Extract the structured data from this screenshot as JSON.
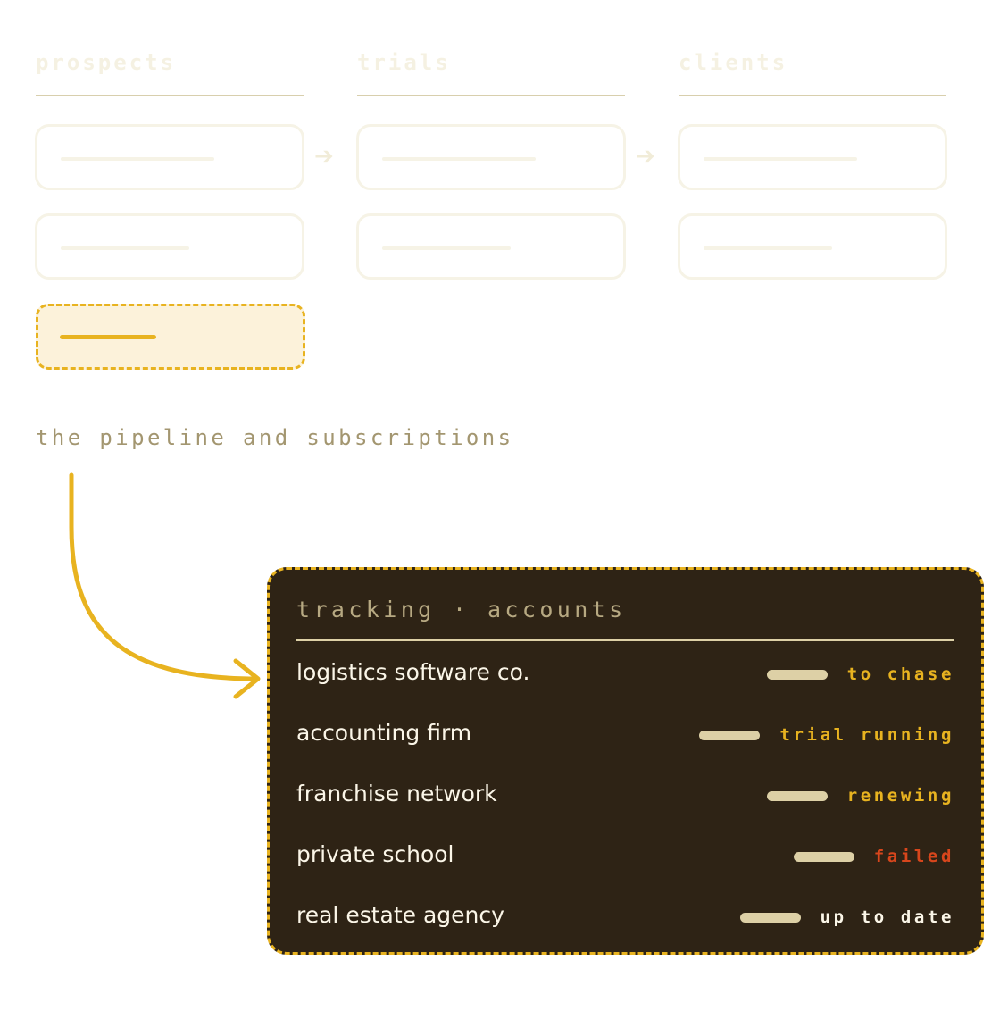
{
  "pipeline": {
    "columns": [
      {
        "label": "prospects"
      },
      {
        "label": "trials"
      },
      {
        "label": "clients"
      }
    ]
  },
  "caption": "the pipeline and subscriptions",
  "tracking_panel": {
    "title": "tracking · accounts",
    "rows": [
      {
        "name": "logistics software co.",
        "status": "to chase",
        "status_color": "#e8b320"
      },
      {
        "name": "accounting firm",
        "status": "trial running",
        "status_color": "#e8b320"
      },
      {
        "name": "franchise network",
        "status": "renewing",
        "status_color": "#e8b320"
      },
      {
        "name": "private school",
        "status": "failed",
        "status_color": "#d8461c"
      },
      {
        "name": "real estate agency",
        "status": "up to date",
        "status_color": "#fbf6e8"
      }
    ]
  },
  "colors": {
    "accent": "#e8b320",
    "panel_background": "#2e2315",
    "muted_text": "#a39670",
    "error": "#d8461c"
  }
}
